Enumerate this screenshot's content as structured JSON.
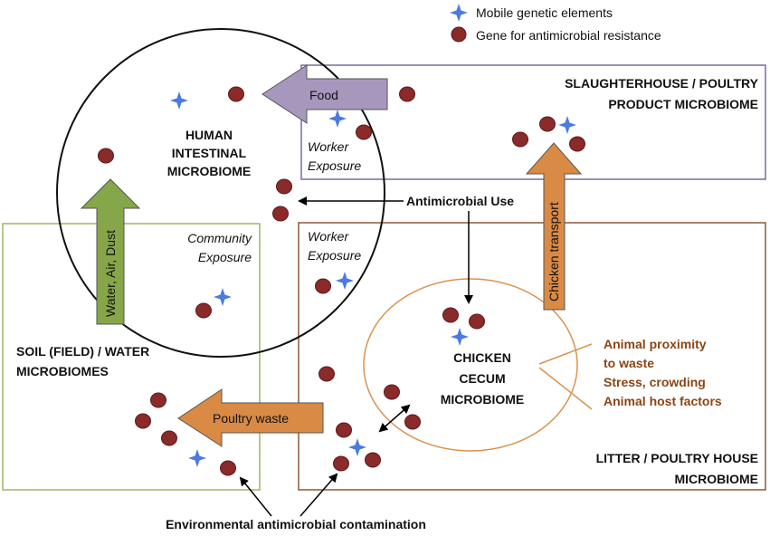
{
  "legend": {
    "mge_label": "Mobile genetic elements",
    "amr_label": "Gene for antimicrobial resistance"
  },
  "regions": {
    "human": {
      "line1": "HUMAN",
      "line2": "INTESTINAL",
      "line3": "MICROBIOME"
    },
    "slaughterhouse": {
      "line1": "SLAUGHTERHOUSE / POULTRY",
      "line2": "PRODUCT MICROBIOME"
    },
    "soil": {
      "line1": "SOIL (FIELD) / WATER",
      "line2": "MICROBIOMES"
    },
    "chicken": {
      "line1": "CHICKEN",
      "line2": "CECUM",
      "line3": "MICROBIOME"
    },
    "litter": {
      "line1": "LITTER / POULTRY HOUSE",
      "line2": "MICROBIOME"
    }
  },
  "labels": {
    "worker_exposure_top_1": "Worker",
    "worker_exposure_top_2": "Exposure",
    "worker_exposure_mid_1": "Worker",
    "worker_exposure_mid_2": "Exposure",
    "community_1": "Community",
    "community_2": "Exposure",
    "antimicrobial_use": "Antimicrobial Use",
    "env_contamination": "Environmental antimicrobial contamination"
  },
  "arrows": {
    "food": "Food",
    "water_air_dust": "Water, Air, Dust",
    "chicken_transport": "Chicken transport",
    "poultry_waste": "Poultry waste"
  },
  "factors": [
    "Animal proximity",
    "to waste",
    "Stress, crowding",
    "Animal host factors"
  ],
  "colors": {
    "gene_dot": "#8b2a2a",
    "mge_star": "#4b7be0",
    "food_arrow": "#a797bd",
    "green_arrow": "#86a64a",
    "orange_arrow": "#d98a45",
    "factor_text": "#8b4513",
    "slaughter_border": "#7b6a9b",
    "soil_border": "#9bb56a",
    "litter_border": "#8b5a3c",
    "cecum_border": "#d9924f"
  }
}
